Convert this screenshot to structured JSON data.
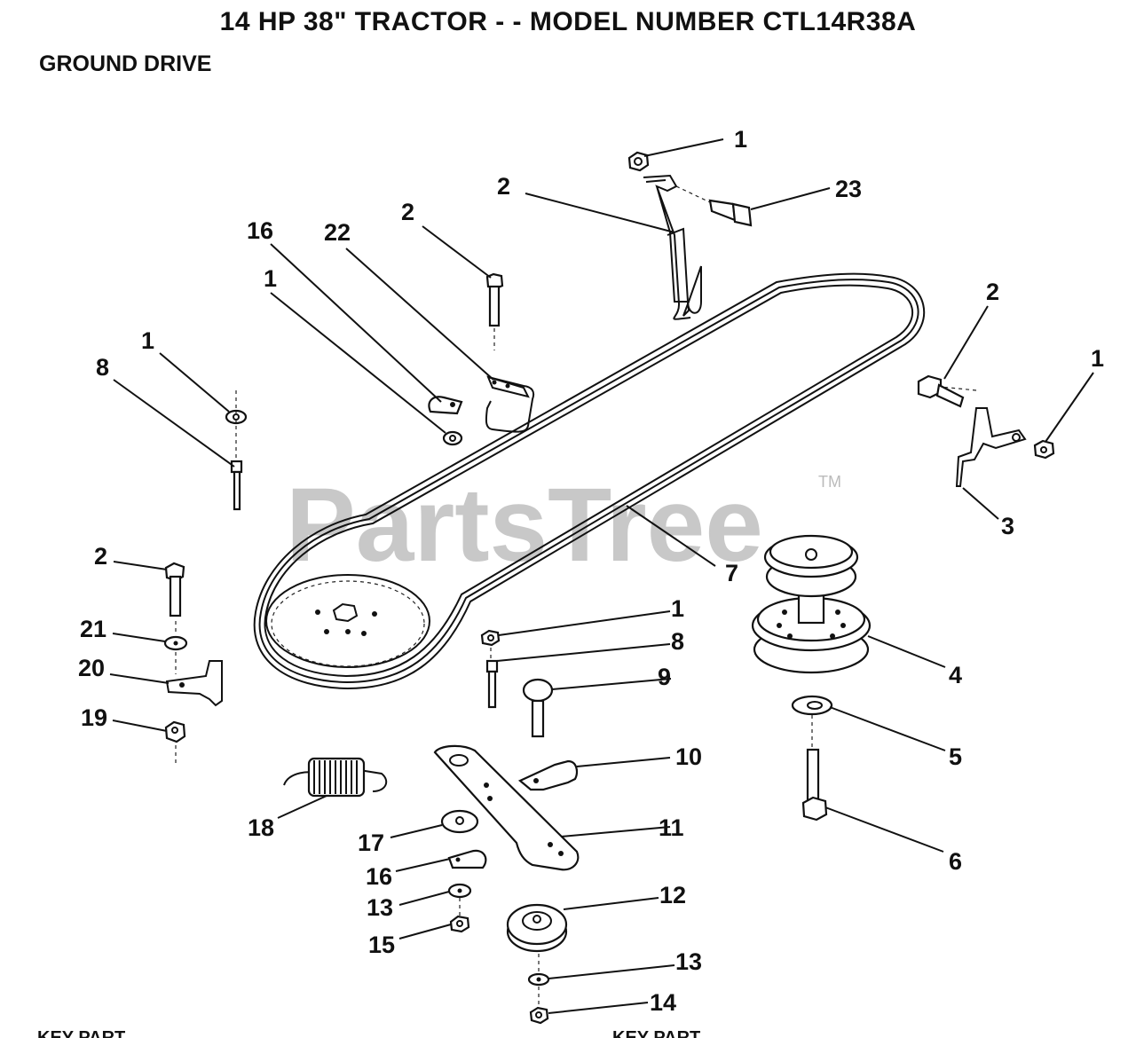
{
  "header": {
    "title": "14 HP 38\" TRACTOR - - MODEL NUMBER CTL14R38A",
    "subtitle": "GROUND DRIVE"
  },
  "watermark": {
    "text": "PartsTree",
    "trademark": "TM"
  },
  "footer": {
    "left_cut": "KEY    PART",
    "right_cut": "KEY    PART"
  },
  "callouts": [
    {
      "label": "1"
    },
    {
      "label": "2"
    },
    {
      "label": "23"
    },
    {
      "label": "2"
    },
    {
      "label": "16"
    },
    {
      "label": "22"
    },
    {
      "label": "1"
    },
    {
      "label": "2"
    },
    {
      "label": "1"
    },
    {
      "label": "8"
    },
    {
      "label": "1"
    },
    {
      "label": "3"
    },
    {
      "label": "7"
    },
    {
      "label": "2"
    },
    {
      "label": "1"
    },
    {
      "label": "21"
    },
    {
      "label": "8"
    },
    {
      "label": "20"
    },
    {
      "label": "9"
    },
    {
      "label": "4"
    },
    {
      "label": "19"
    },
    {
      "label": "5"
    },
    {
      "label": "10"
    },
    {
      "label": "18"
    },
    {
      "label": "11"
    },
    {
      "label": "6"
    },
    {
      "label": "17"
    },
    {
      "label": "16"
    },
    {
      "label": "13"
    },
    {
      "label": "12"
    },
    {
      "label": "15"
    },
    {
      "label": "13"
    },
    {
      "label": "14"
    }
  ],
  "colors": {
    "ink": "#111111",
    "watermark": "#c8c8c8",
    "background": "#ffffff"
  }
}
